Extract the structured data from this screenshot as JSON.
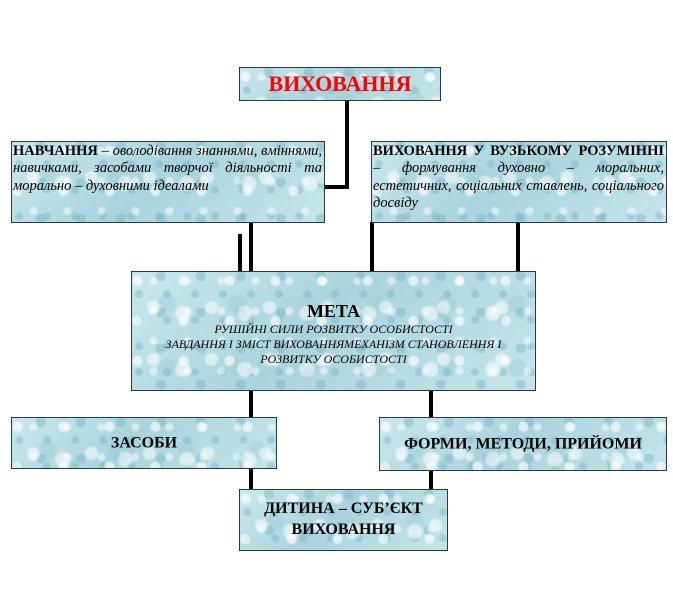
{
  "diagram": {
    "title": "ВИХОВАННЯ",
    "left_box": {
      "term": "НАВЧАННЯ",
      "definition": " – оволодівання знаннями, вміннями, навичками, засобами творчої діяльності та морально – духовними ідеалами"
    },
    "right_box": {
      "term": "ВИХОВАННЯ У ВУЗЬКОМУ РОЗУМІННІ",
      "definition": " – формування духовно – моральних, естетичних, соціальних ставлень, соціального досвіду"
    },
    "center_box": {
      "heading": "МЕТА",
      "line1": "РУШІЙНІ СИЛИ РОЗВИТКУ ОСОБИСТОСТІ",
      "line2": "ЗАВДАННЯ І ЗМІСТ ВИХОВАННЯМЕХАНІЗМ СТАНОВЛЕННЯ І РОЗВИТКУ ОСОБИСТОСТІ"
    },
    "means_box": "ЗАСОБИ",
    "forms_box": "ФОРМИ, МЕТОДИ, ПРИЙОМИ",
    "child_box": {
      "line1": "ДИТИНА – СУБ’ЄКТ",
      "line2": "ВИХОВАННЯ"
    }
  },
  "colors": {
    "title": "#ff0000",
    "box_fill": "#b9dfe6",
    "connector": "#000000"
  }
}
